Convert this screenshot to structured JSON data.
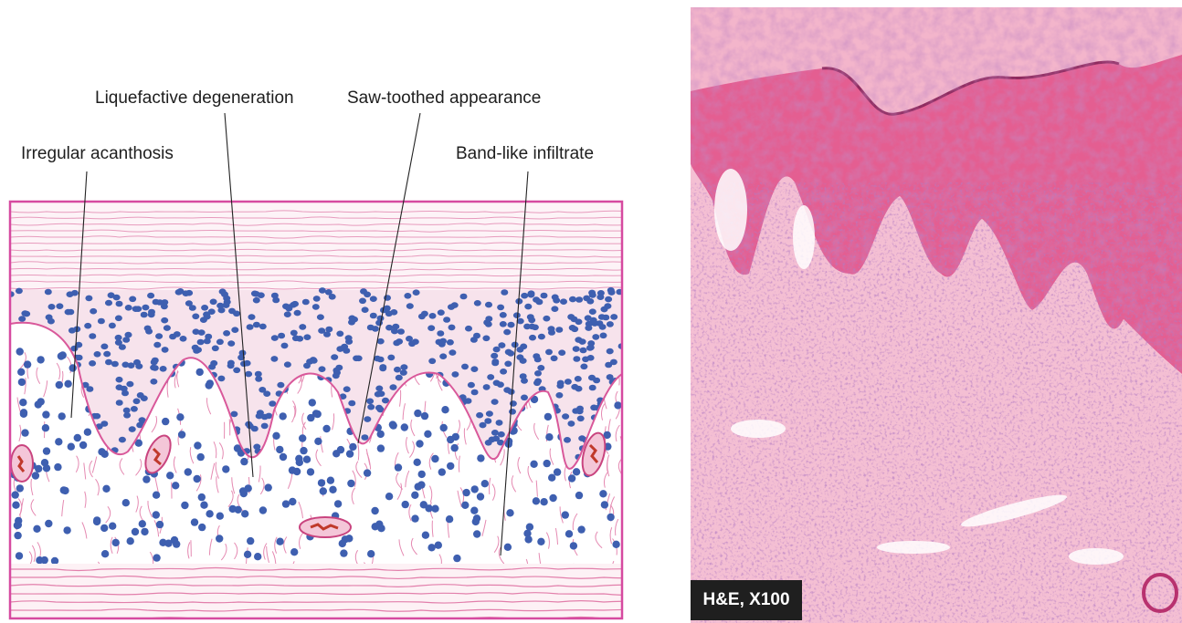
{
  "labels": {
    "irregular_acanthosis": "Irregular acanthosis",
    "liquefactive_degeneration": "Liquefactive degeneration",
    "saw_toothed": "Saw-toothed appearance",
    "band_like": "Band-like infiltrate"
  },
  "micrograph": {
    "stain_label": "H&E, X100"
  },
  "colors": {
    "diagram_border": "#d64aa0",
    "keratin_pink": "#e9a3bf",
    "nuclei_blue": "#3e5fb0",
    "micrograph_bg": "#f3b8cf",
    "micrograph_epidermis": "#e45e91",
    "leader_line": "#222222"
  }
}
